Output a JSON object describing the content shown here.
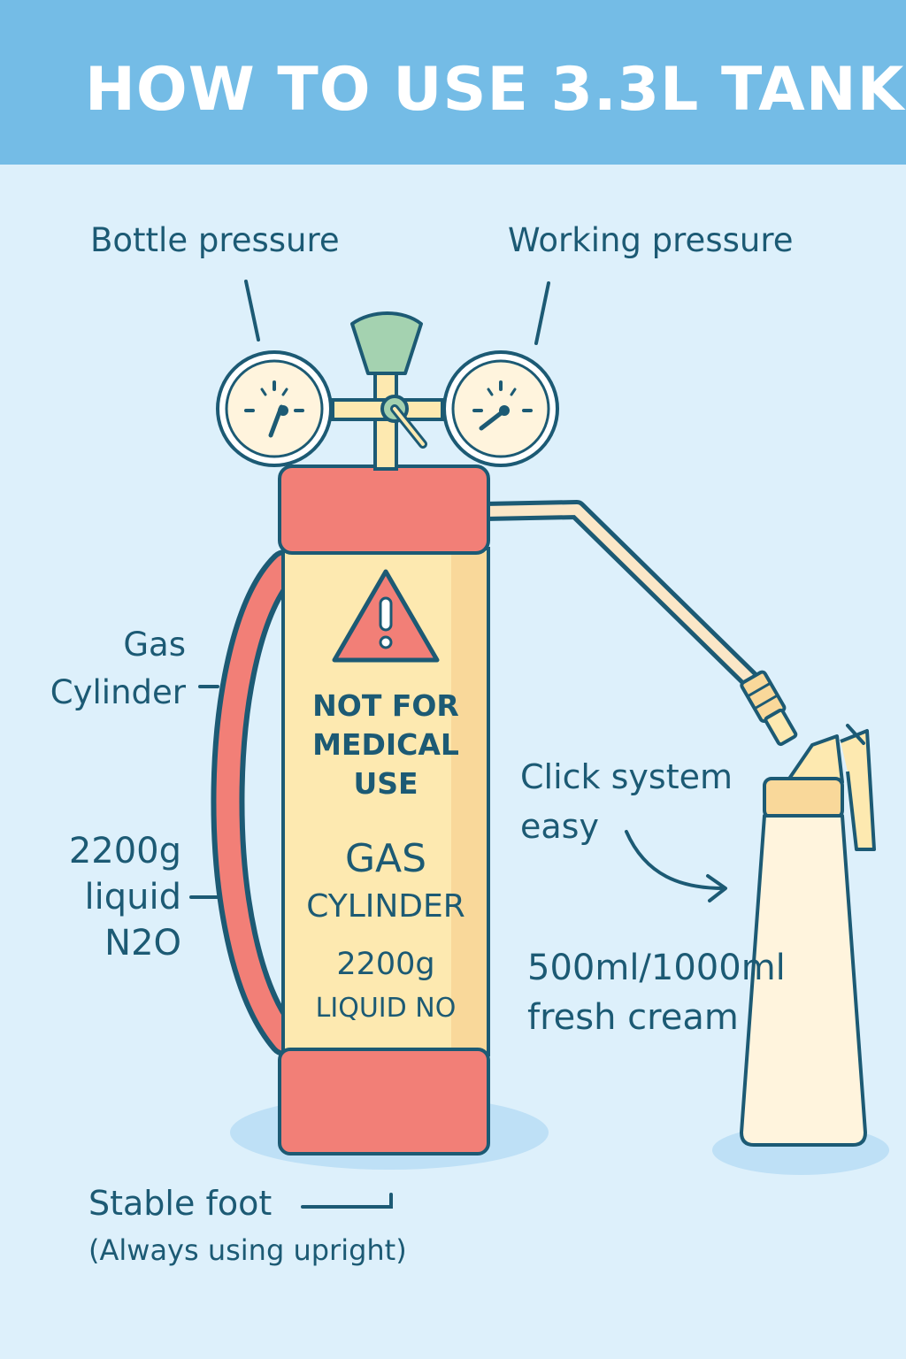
{
  "header": {
    "title": "HOW TO USE 3.3L TANK"
  },
  "labels": {
    "bottle_pressure": "Bottle pressure",
    "working_pressure": "Working pressure",
    "gas_cylinder": "Gas Cylinder",
    "liquid_n2o": "2200g liquid N2O",
    "click_system": "Click system easy",
    "cream": "500ml/1000ml fresh cream",
    "stable_foot": "Stable foot",
    "upright": "(Always using upright)"
  },
  "tank_label": {
    "warning": "NOT FOR MEDICAL USE",
    "gas": "GAS",
    "cylinder": "CYLINDER",
    "weight": "2200g",
    "liquid": "LIQUID NO"
  },
  "colors": {
    "background": "#DDF0FB",
    "header": "#74BCE6",
    "tank_red": "#F27F77",
    "tank_label": "#FDE9B0",
    "outline": "#1C5A74",
    "valve_green": "#A4D2B0",
    "bottle_cream": "#FFF4DD"
  }
}
